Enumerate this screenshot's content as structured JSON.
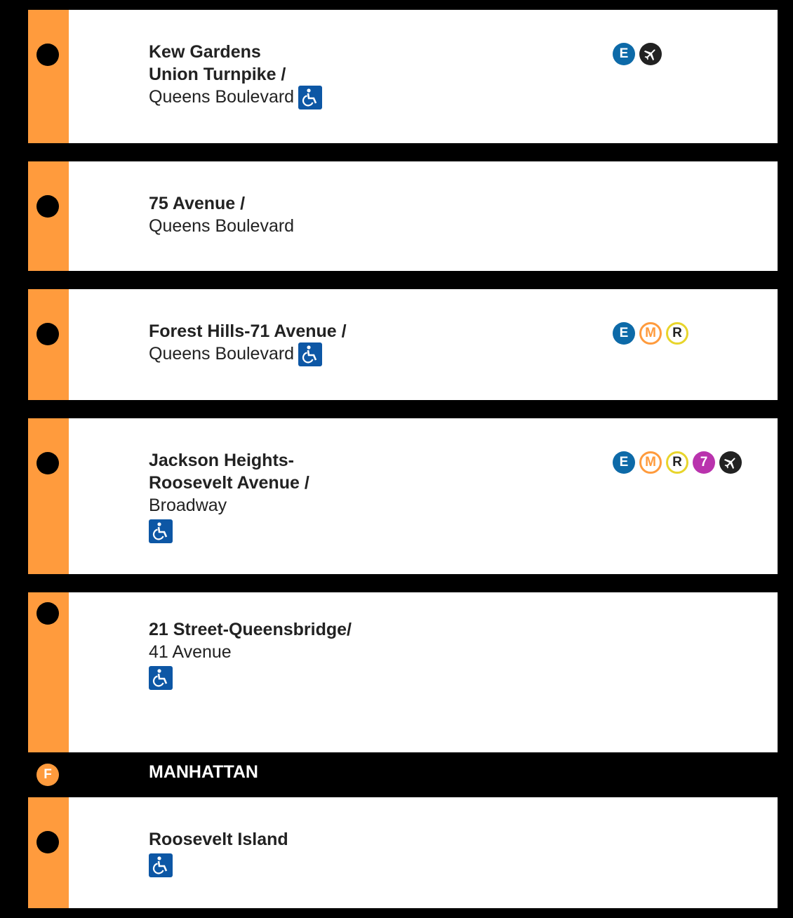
{
  "colors": {
    "f_line": "#ff9b3d",
    "e_line": "#0d6aa8",
    "m_line": "#ff9b3d",
    "r_line": "#e8d52c",
    "seven_line": "#b933ad",
    "accessible": "#0d57a5"
  },
  "stations": [
    {
      "name_bold": [
        "Kew Gardens",
        "Union Turnpike /"
      ],
      "name_regular": "Queens Boulevard",
      "accessible": true,
      "transfers": [
        "E",
        "airport"
      ]
    },
    {
      "name_bold": [
        "75 Avenue /"
      ],
      "name_regular": "Queens Boulevard",
      "accessible": false,
      "transfers": []
    },
    {
      "name_bold": [
        "Forest Hills-71 Avenue /"
      ],
      "name_regular": "Queens Boulevard",
      "accessible": true,
      "transfers": [
        "E",
        "M",
        "R"
      ]
    },
    {
      "name_bold": [
        "Jackson Heights-",
        "Roosevelt Avenue /"
      ],
      "name_regular": "Broadway",
      "accessible": true,
      "transfers": [
        "E",
        "M",
        "R",
        "7",
        "airport"
      ]
    },
    {
      "name_bold": [
        "21 Street-Queensbridge/"
      ],
      "name_regular": "41 Avenue",
      "accessible": true,
      "transfers": []
    },
    {
      "name_bold": [
        "Roosevelt Island"
      ],
      "name_regular": "",
      "accessible": true,
      "transfers": []
    }
  ],
  "section": {
    "bullet": "F",
    "title": "MANHATTAN"
  },
  "icons": {
    "accessible": "wheelchair-icon",
    "airport": "airplane-icon"
  }
}
